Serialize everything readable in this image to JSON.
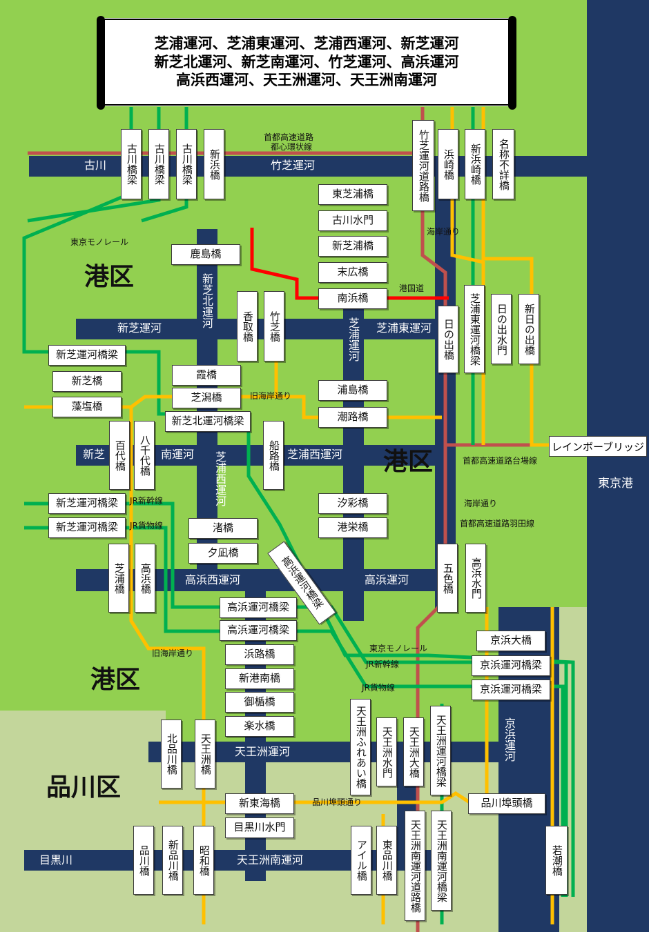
{
  "title_lines": [
    "芝浦運河、芝浦東運河、芝浦西運河、新芝運河",
    "新芝北運河、新芝南運河、竹芝運河、高浜運河",
    "高浜西運河、天王洲運河、天王洲南運河"
  ],
  "wards": {
    "minato_1": "港区",
    "minato_2": "港区",
    "minato_3": "港区",
    "shinagawa": "品川区"
  },
  "sea": {
    "tokyo_port": "東京港"
  },
  "canals": {
    "furukawa": "古川",
    "takeshiba": "竹芝運河",
    "shinshiba": "新芝運河",
    "shinshiba_kita": "新芝北運河",
    "shibaura": "芝浦運河",
    "shibaura_higashi": "芝浦東運河",
    "shinshiba_left": "新芝",
    "minami": "南運河",
    "shibaura_nishi_v": "芝浦西運河",
    "shibaura_nishi": "芝浦西運河",
    "takahama_nishi": "高浜西運河",
    "takahama": "高浜運河",
    "keihin": "京浜運河",
    "tennozu": "天王洲運河",
    "meguro": "目黒川",
    "tennozu_minami": "天王洲南運河"
  },
  "bridges": {
    "furukawa_kyoryo_1": "古川橋梁",
    "furukawa_kyoryo_2": "古川橋梁",
    "furukawa_kyoryo_3": "古川橋梁",
    "shinhama": "新浜橋",
    "takeshiba_dorokyo": "竹芝運河道路橋",
    "hamazaki": "浜崎橋",
    "shinhamazaki": "新浜崎橋",
    "meisho_fusho": "名称不詳橋",
    "higashi_shibaura": "東芝浦橋",
    "furukawa_suimon": "古川水門",
    "shin_shibaura": "新芝浦橋",
    "suehiro": "末広橋",
    "minamihama": "南浜橋",
    "kashima": "鹿島橋",
    "katori": "香取橋",
    "takeshiba_b": "竹芝橋",
    "hinode": "日の出橋",
    "shibaura_higashi_kyoryo": "芝浦東運河橋梁",
    "hinode_suimon": "日の出水門",
    "shin_hinode": "新日の出橋",
    "shinshiba_kyoryo_1": "新芝運河橋梁",
    "shinshiba_bridge": "新芝橋",
    "moshio": "藻塩橋",
    "kasumi": "霞橋",
    "shibagata": "芝潟橋",
    "shinshiba_kita_kyoryo": "新芝北運河橋梁",
    "urashima": "浦島橋",
    "shioji": "潮路橋",
    "rainbow": "レインボーブリッジ",
    "momoyo": "百代橋",
    "yachiyo": "八千代橋",
    "funaji": "船路橋",
    "shiosai": "汐彩橋",
    "kouei": "港栄橋",
    "shinshiba_kyoryo_2": "新芝運河橋梁",
    "shinshiba_kyoryo_3": "新芝運河橋梁",
    "nagisa": "渚橋",
    "yunagi": "夕凪橋",
    "shibaura_b": "芝浦橋",
    "takahama_b": "高浜橋",
    "takahama_kyoryo_mono": "高浜運河橋梁",
    "goshiki": "五色橋",
    "takahama_suimon": "高浜水門",
    "takahama_kyoryo_1": "高浜運河橋梁",
    "takahama_kyoryo_2": "高浜運河橋梁",
    "keihin_ohashi": "京浜大橋",
    "keihin_kyoryo_1": "京浜運河橋梁",
    "keihin_kyoryo_2": "京浜運河橋梁",
    "hamaji": "浜路橋",
    "shinkou_minami": "新港南橋",
    "mikaba": "御楯橋",
    "rakusui": "楽水橋",
    "kitashinagawa": "北品川橋",
    "tennozu_b": "天王洲橋",
    "tennozu_fureai": "天王洲ふれあい橋",
    "tennozu_suimon": "天王洲水門",
    "tennozu_ohashi": "天王洲大橋",
    "tennozu_kyoryo": "天王洲運河橋梁",
    "shinagawa_futo": "品川埠頭橋",
    "shin_tokai": "新東海橋",
    "meguro_suimon": "目黒川水門",
    "shinagawa_b": "品川橋",
    "shin_shinagawa": "新品川橋",
    "showa": "昭和橋",
    "aire": "アイル橋",
    "higashi_shinagawa": "東品川橋",
    "tennozu_minami_doro": "天王洲南運河道路橋",
    "tennozu_minami_kyoryo": "天王洲南運河橋梁",
    "wakashio": "若潮橋"
  },
  "routes": {
    "shuto_toshin_1": "首都高速道路",
    "shuto_toshin_2": "都心環状線",
    "monorail_1": "東京モノレール",
    "kaigan_dori_1": "海岸通り",
    "kokudo": "港国道",
    "kyu_kaigan_1": "旧海岸通り",
    "shuto_daiba": "首都高速道路台場線",
    "jr_shinkansen_1": "JR新幹線",
    "jr_kamotsu_1": "JR貨物線",
    "kaigan_dori_2": "海岸通り",
    "shuto_haneda": "首都高速道路羽田線",
    "kyu_kaigan_2": "旧海岸通り",
    "monorail_2": "東京モノレール",
    "jr_shinkansen_2": "JR新幹線",
    "jr_kamotsu_2": "JR貨物線",
    "shinagawa_futo_dori": "品川埠頭通り"
  },
  "colors": {
    "land_minato": "#92d050",
    "land_shinagawa": "#c3d69b",
    "water": "#1f3864",
    "expressway": "#c0504d",
    "kokudo_red": "#ff0000",
    "railway_green": "#00b050",
    "street_yellow": "#ffc000",
    "sea": "#1f3864"
  }
}
